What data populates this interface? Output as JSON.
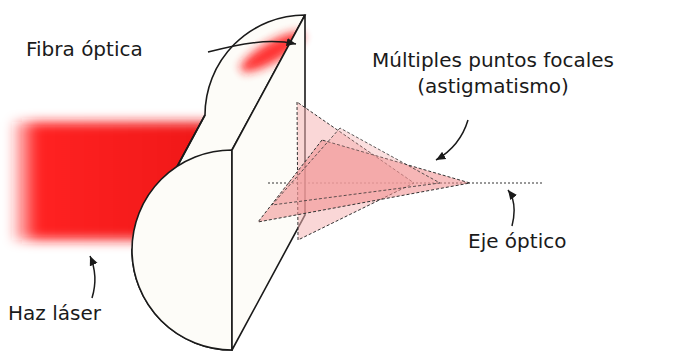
{
  "diagram": {
    "labels": [
      "Fibra óptica",
      "Múltiples puntos focales (astigmatismo)",
      "Eje óptico",
      "Haz láser"
    ]
  }
}
